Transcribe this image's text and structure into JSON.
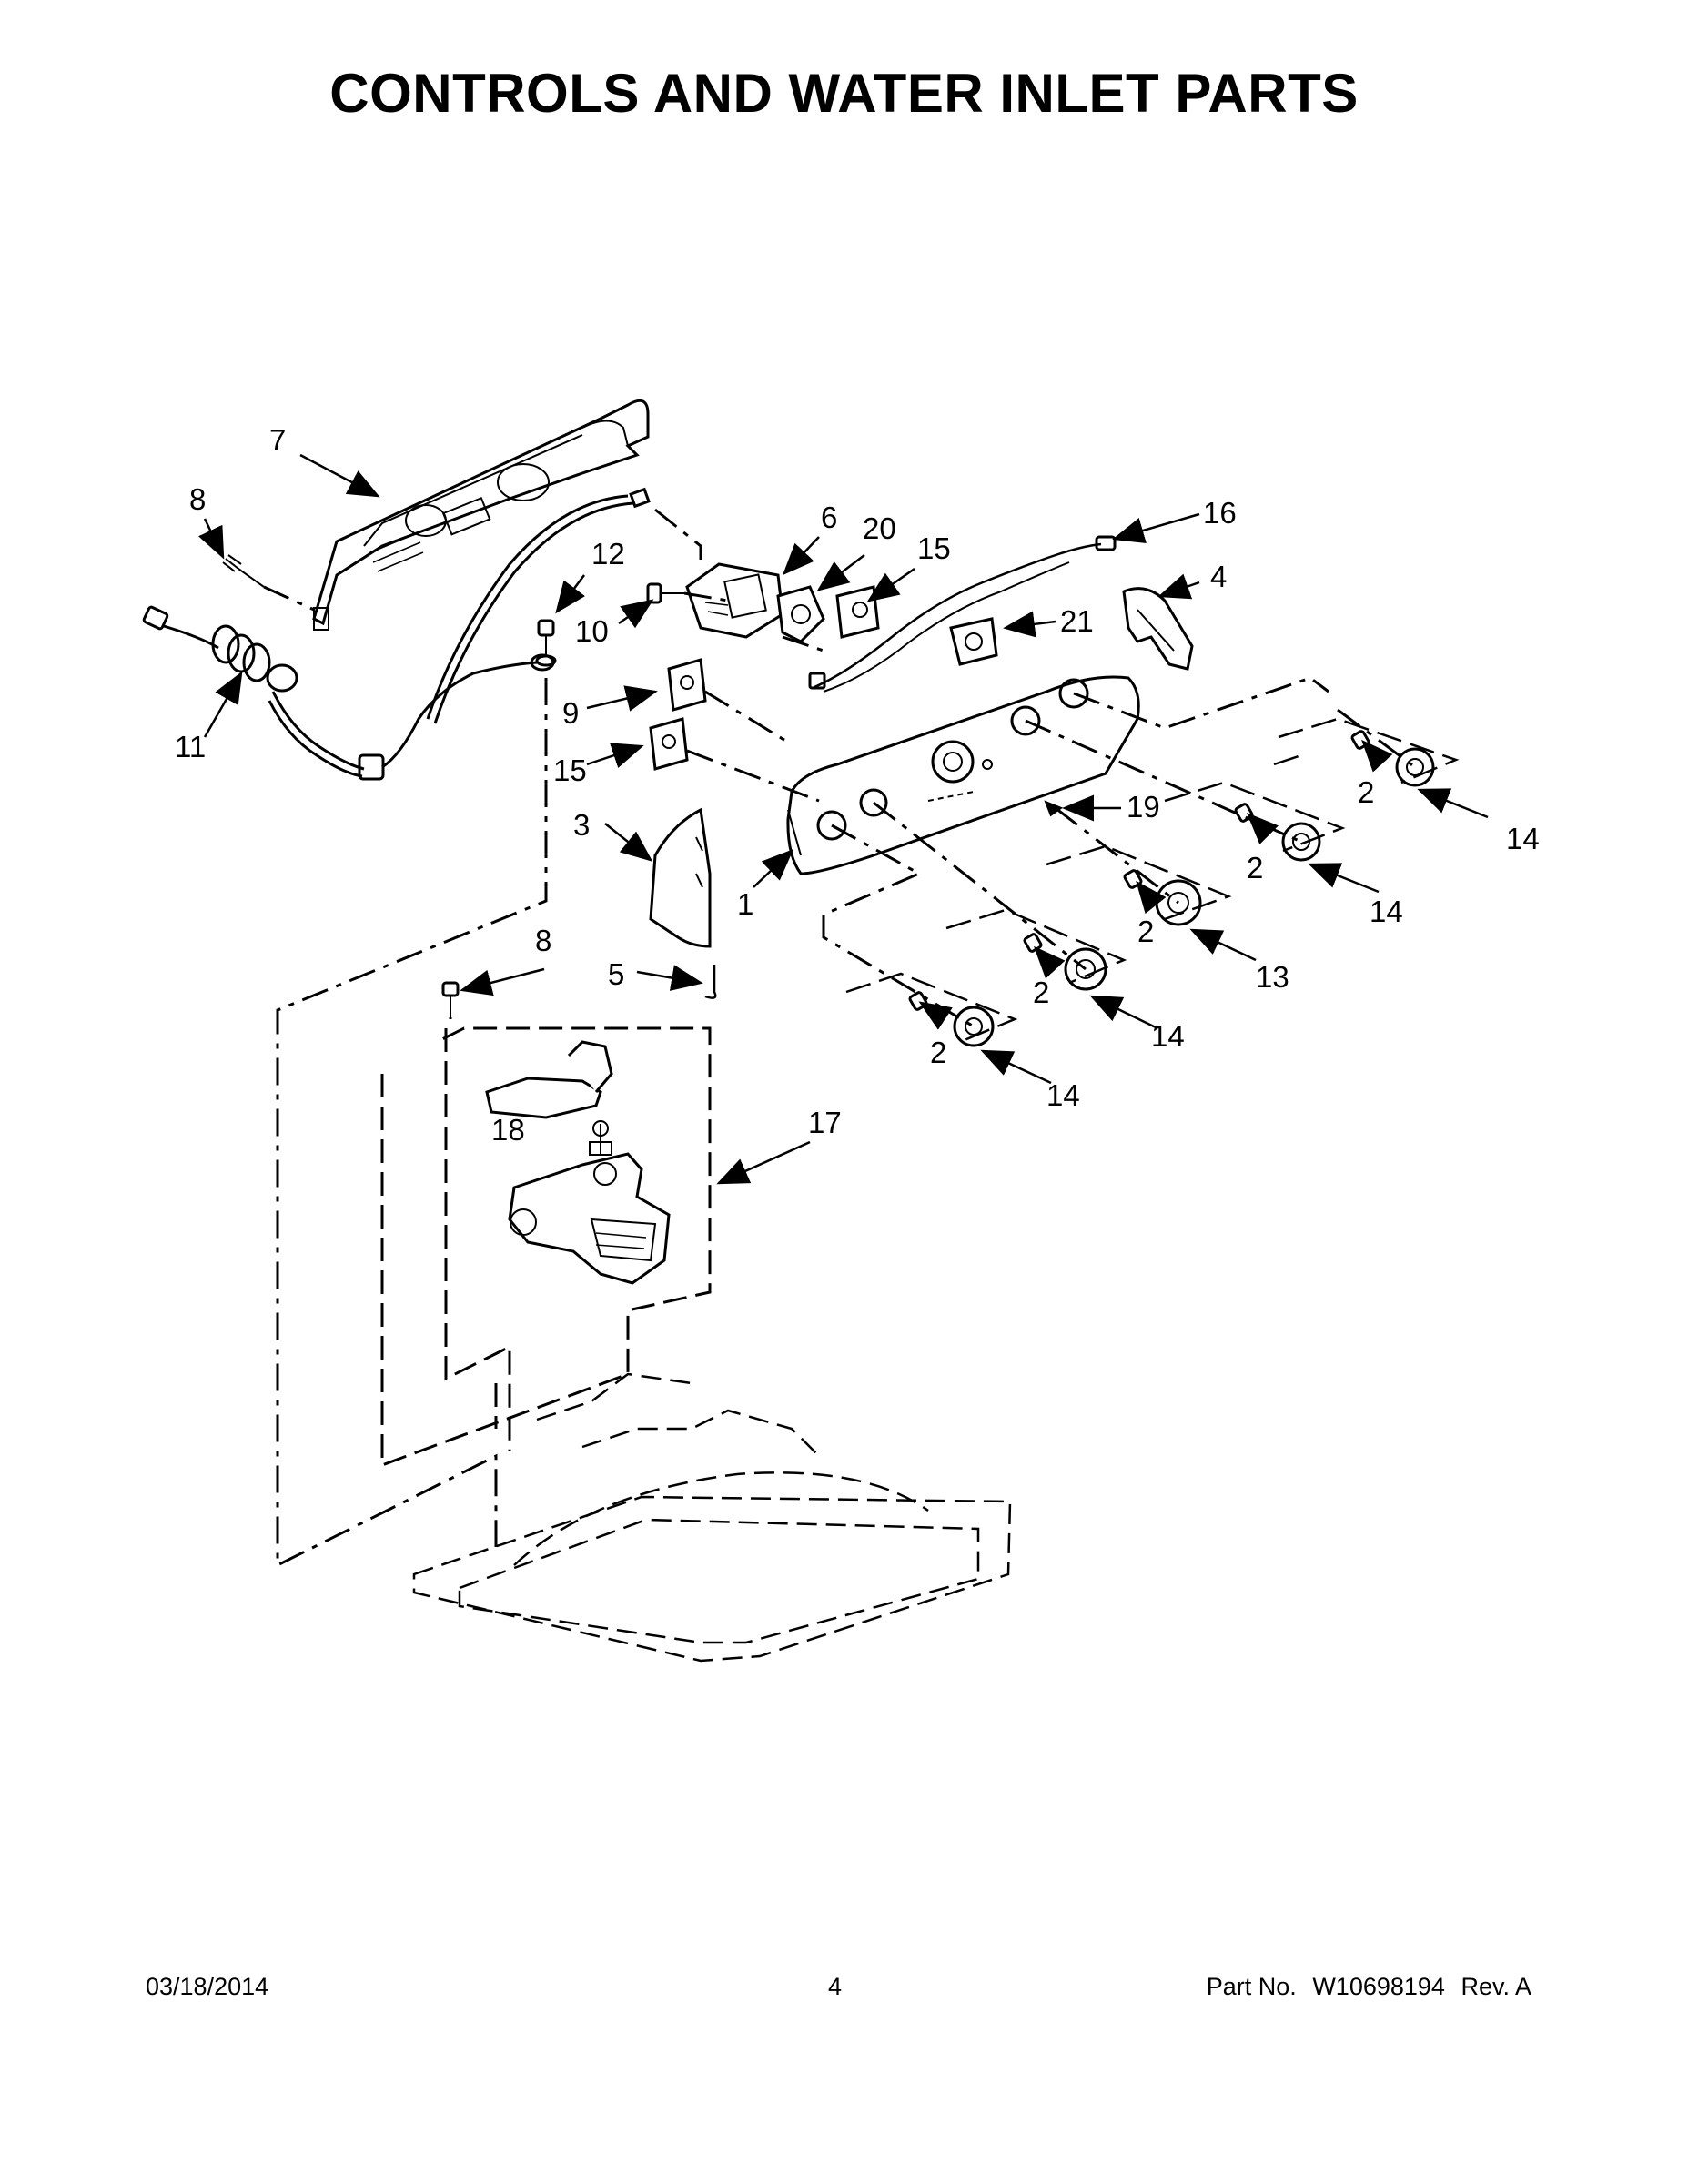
{
  "header": {
    "title": "CONTROLS AND WATER INLET PARTS"
  },
  "callouts": {
    "c1": "1",
    "c2": "2",
    "c3": "3",
    "c4": "4",
    "c5": "5",
    "c6": "6",
    "c7": "7",
    "c8": "8",
    "c9": "9",
    "c10": "10",
    "c11": "11",
    "c12": "12",
    "c13": "13",
    "c14": "14",
    "c15": "15",
    "c16": "16",
    "c17": "17",
    "c18": "18",
    "c19": "19",
    "c20": "20",
    "c21": "21"
  },
  "footer": {
    "date": "03/18/2014",
    "page": "4",
    "part_label": "Part No.",
    "part_number": "W10698194",
    "rev": "Rev.  A"
  }
}
